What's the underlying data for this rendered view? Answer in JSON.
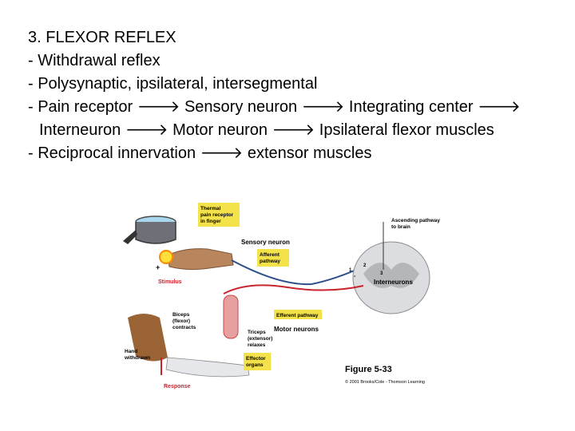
{
  "slide": {
    "title": "3. FLEXOR REFLEX",
    "bullets": [
      {
        "text": "- Withdrawal reflex"
      },
      {
        "text": "- Polysynaptic, ipsilateral, intersegmental"
      }
    ],
    "chain": {
      "prefix": "- ",
      "items": [
        "Pain receptor",
        "Sensory neuron",
        "Integrating center",
        "Interneuron",
        "Motor neuron",
        "Ipsilateral flexor muscles"
      ]
    },
    "reciprocal": {
      "prefix": "- ",
      "from": "Reciprocal innervation",
      "to": "extensor muscles"
    }
  },
  "figure": {
    "labels": {
      "thermal": [
        "Thermal",
        "pain receptor",
        "in finger"
      ],
      "sensory_neuron": "Sensory neuron",
      "afferent": [
        "Afferent",
        "pathway"
      ],
      "stimulus": "Stimulus",
      "ascending": [
        "Ascending pathway",
        "to brain"
      ],
      "interneurons": "Interneurons",
      "biceps": [
        "Biceps",
        "(flexor)",
        "contracts"
      ],
      "efferent": "Efferent pathway",
      "motor_neurons": "Motor neurons",
      "triceps": [
        "Triceps",
        "(extensor)",
        "relaxes"
      ],
      "hand_withdrawn": [
        "Hand",
        "withdrawn"
      ],
      "effector": [
        "Effector",
        "organs"
      ],
      "response": "Response",
      "figure_number": "Figure 5-33",
      "copyright": "© 2001 Brooks/Cole - Thomson Learning",
      "plus": "+",
      "minus": "-",
      "n1": "1",
      "n2": "2",
      "n3": "3"
    },
    "colors": {
      "label_box": "#f3e24a",
      "sensory": "#2c4f8a",
      "motor": "#c9252c",
      "response_text": "#d0202a",
      "spinal_gray": "#cfcfd2"
    }
  }
}
